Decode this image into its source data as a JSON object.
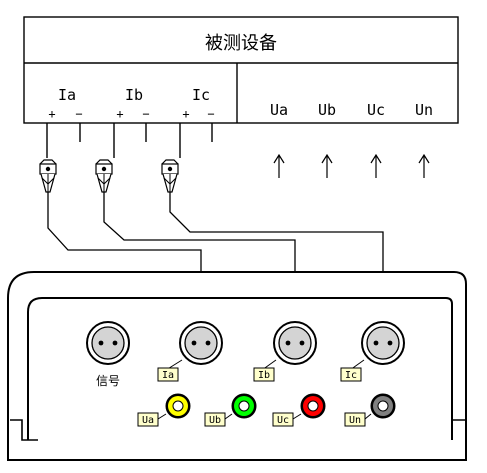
{
  "device": {
    "title": "被测设备",
    "current_terminals": [
      {
        "name": "Ia",
        "plus": "+",
        "minus": "−"
      },
      {
        "name": "Ib",
        "plus": "+",
        "minus": "−"
      },
      {
        "name": "Ic",
        "plus": "+",
        "minus": "−"
      }
    ],
    "voltage_terminals": [
      "Ua",
      "Ub",
      "Uc",
      "Un"
    ]
  },
  "instrument": {
    "signal_label": "信号",
    "current_sockets": [
      "Ia",
      "Ib",
      "Ic"
    ],
    "voltage_jacks": [
      {
        "label": "Ua",
        "color": "#ffff00"
      },
      {
        "label": "Ub",
        "color": "#00ff00"
      },
      {
        "label": "Uc",
        "color": "#ff0000"
      },
      {
        "label": "Un",
        "color": "#808080"
      }
    ]
  },
  "colors": {
    "line": "#000000",
    "connector_fill": "#d4d4d4",
    "tag_fill": "#ffffcc"
  }
}
